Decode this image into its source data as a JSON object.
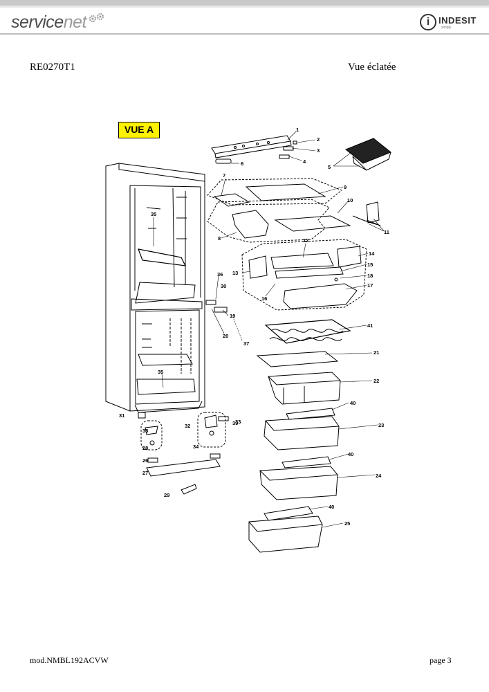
{
  "header": {
    "logo_service": "service",
    "logo_net": "net",
    "brand_name": "INDESIT",
    "brand_tagline": "simply"
  },
  "document": {
    "model_code": "RE0270T1",
    "view_title": "Vue éclatée",
    "view_label": "VUE A"
  },
  "footer": {
    "model": "mod.NMBL192ACVW",
    "page": "page 3"
  },
  "parts": {
    "p1": "1",
    "p2": "2",
    "p3": "3",
    "p4": "4",
    "p5": "5",
    "p6": "6",
    "p7": "7",
    "p8": "8",
    "p9": "9",
    "p10": "10",
    "p11": "11",
    "p12": "12",
    "p13": "13",
    "p14": "14",
    "p15": "15",
    "p16": "16",
    "p17": "17",
    "p18": "18",
    "p19": "19",
    "p20": "20",
    "p21": "21",
    "p22": "22",
    "p23": "23",
    "p24": "24",
    "p25": "25",
    "p26": "26",
    "p27": "27",
    "p28": "28",
    "p29": "29",
    "p30": "30",
    "p31": "31",
    "p32": "32",
    "p33": "33",
    "p34": "34",
    "p35": "35",
    "p36": "36",
    "p37": "37",
    "p38": "38",
    "p39": "39",
    "p40": "40",
    "p41": "41"
  }
}
